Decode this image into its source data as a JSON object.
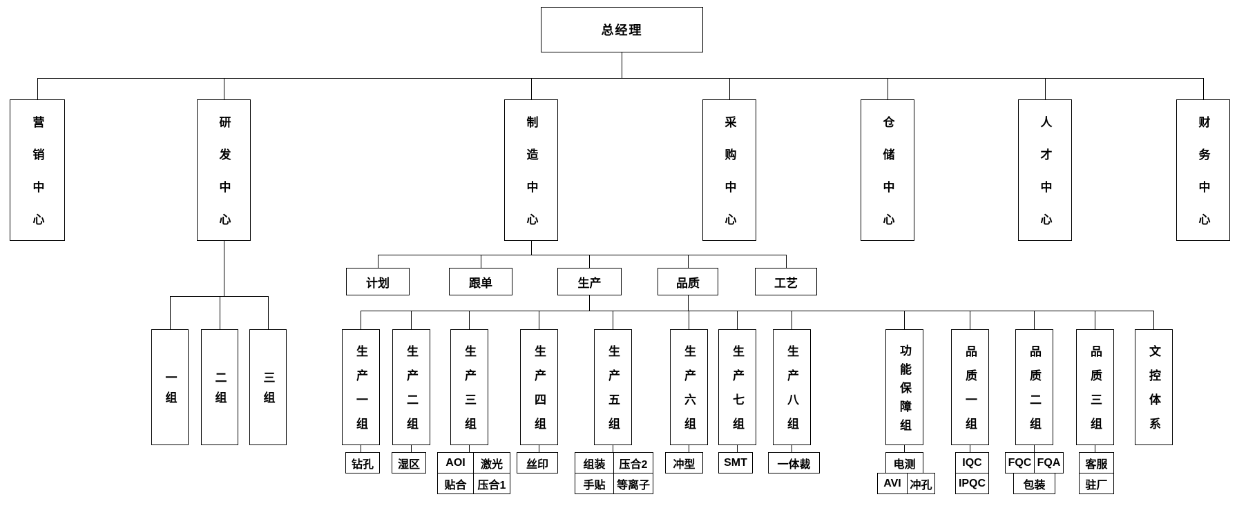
{
  "root_label": "总经理",
  "centers": [
    "营销中心",
    "研发中心",
    "制造中心",
    "采购中心",
    "仓储中心",
    "人才中心",
    "财务中心"
  ],
  "rd_groups": [
    "一组",
    "二组",
    "三组"
  ],
  "mfg_depts": [
    "计划",
    "跟单",
    "生产",
    "品质",
    "工艺"
  ],
  "prod_groups": [
    "生产一组",
    "生产二组",
    "生产三组",
    "生产四组",
    "生产五组",
    "生产六组",
    "生产七组",
    "生产八组"
  ],
  "prod_subs": {
    "group1": [
      "钻孔"
    ],
    "group2": [
      "湿区"
    ],
    "group3": [
      "AOI",
      "激光",
      "贴合",
      "压合1"
    ],
    "group4": [
      "丝印"
    ],
    "group5": [
      "组装",
      "压合2",
      "手贴",
      "等离子"
    ],
    "group6": [
      "冲型"
    ],
    "group7": [
      "SMT"
    ],
    "group8": [
      "一体裁"
    ]
  },
  "qc_groups": [
    "功能保障组",
    "品质一组",
    "品质二组",
    "品质三组",
    "文控体系"
  ],
  "qc_subs": {
    "functional_assurance": [
      "电测",
      "AVI",
      "冲孔"
    ],
    "quality1": [
      "IQC",
      "IPQC"
    ],
    "quality2": [
      "FQC",
      "FQA",
      "包装"
    ],
    "quality3": [
      "客服",
      "驻厂"
    ]
  },
  "colors": {
    "line": "#000000",
    "box_border": "#000000",
    "background": "#ffffff",
    "text": "#000000"
  }
}
